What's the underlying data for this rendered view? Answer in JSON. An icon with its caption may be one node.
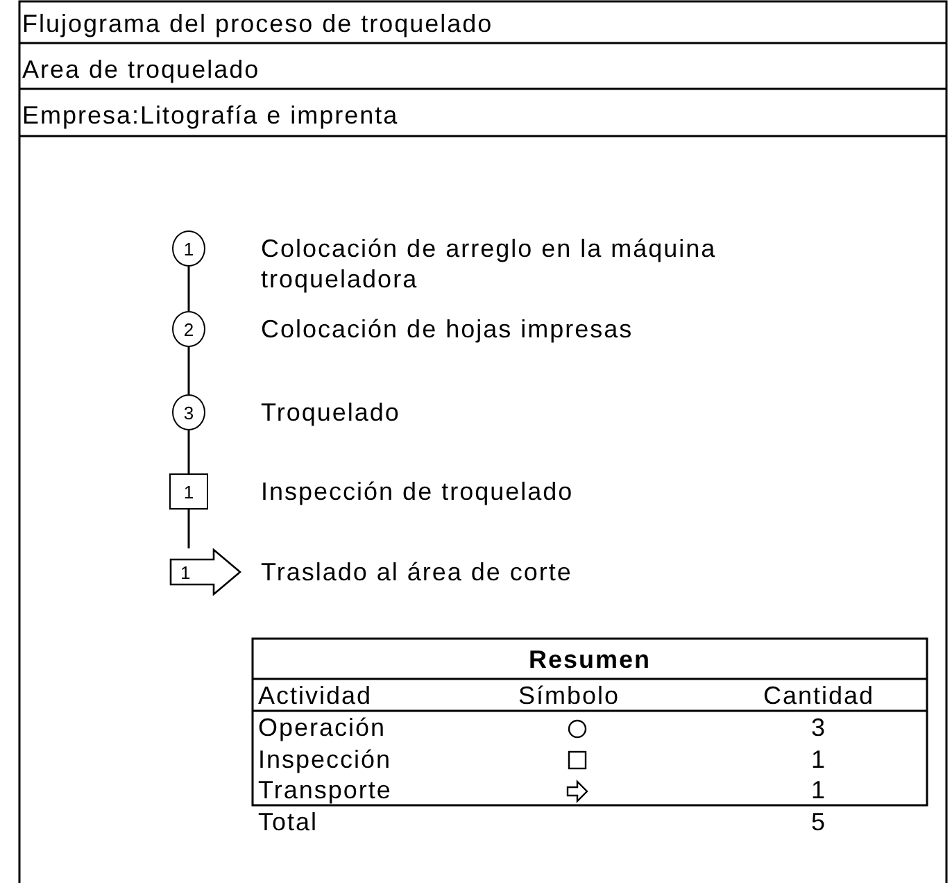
{
  "diagram": {
    "title": "Flujograma del proceso de troquelado",
    "nodes": [
      {
        "text": [
          "1"
        ],
        "beside": [
          "Colocación de arreglo en la máquina troqueladora"
        ]
      },
      {
        "text": [
          "2"
        ],
        "beside": [
          "Colocación de hojas impresas"
        ]
      },
      {
        "text": [
          "3"
        ],
        "beside": [
          "Troquelado"
        ]
      },
      {
        "text": [
          "1"
        ],
        "beside": [
          "Inspección de troquelado"
        ]
      },
      {
        "text": [
          "1"
        ],
        "beside": [
          "Traslado al área de corte"
        ]
      }
    ],
    "edges": [
      {
        "from": 0,
        "to": 1,
        "arrow": "none"
      },
      {
        "from": 1,
        "to": 2,
        "arrow": "none"
      },
      {
        "from": 2,
        "to": 3,
        "arrow": "none"
      },
      {
        "from": 3,
        "to": 4,
        "arrow": "none"
      }
    ],
    "labels": [
      "Area de troquelado",
      "Empresa:Litografía e imprenta",
      "Resumen",
      "Actividad",
      "Símbolo",
      "Cantidad",
      "Operación",
      "3",
      "Inspección",
      "1",
      "Transporte",
      "1",
      "Total",
      "5"
    ]
  }
}
